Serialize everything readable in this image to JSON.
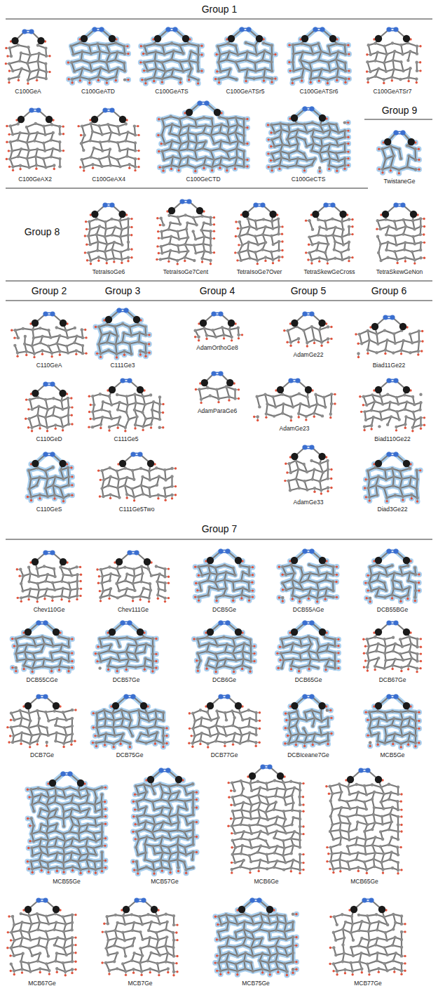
{
  "diagram": {
    "labels": [
      "Group 1",
      "C100GeA",
      "C100GeATD",
      "C100GeATS",
      "C100GeATSr5",
      "C100GeATSr6",
      "C100GeATSr7",
      "C100GeAX2",
      "C100GeAX4",
      "C100GeCTD",
      "C100GeCTS",
      "Group 9",
      "TwistaneGe",
      "Group 8",
      "TetraIsoGe6",
      "TetraIsoGe7Cent",
      "TetraIsoGe7Over",
      "TetraSkewGeCross",
      "TetraSkewGeNon",
      "Group 2",
      "Group 3",
      "Group 4",
      "Group 5",
      "Group 6",
      "C110GeA",
      "C111Ge3",
      "AdamOrthoGe8",
      "AdamGe22",
      "Biad11Ge22",
      "C110GeD",
      "C111Ge5",
      "AdamParaGe6",
      "AdamGe23",
      "Biad110Ge22",
      "C110GeS",
      "C111Ge5Two",
      "AdamGe33",
      "Diad3Ge22",
      "Group 7",
      "Chev110Ge",
      "Chev111Ge",
      "DCB5Ge",
      "DCB55AGe",
      "DCB55BGe",
      "DCB55CGe",
      "DCB57Ge",
      "DCB6Ge",
      "DCB65Ge",
      "DCB67Ge",
      "DCB7Ge",
      "DCB75Ge",
      "DCB77Ge",
      "DCBIceane7Ge",
      "MCB5Ge",
      "MCB55Ge",
      "MCB57Ge",
      "MCB6Ge",
      "MCB65Ge",
      "MCB67Ge",
      "MCB7Ge",
      "MCB75Ge",
      "MCB77Ge"
    ]
  }
}
